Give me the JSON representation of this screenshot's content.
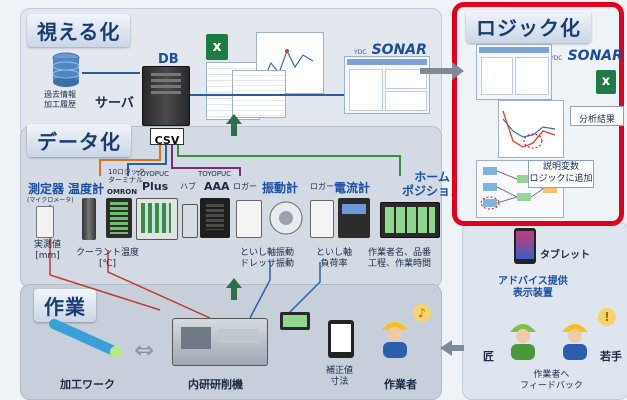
{
  "sections": {
    "visualize": "視える化",
    "data": "データ化",
    "work": "作業",
    "logic": "ロジック化"
  },
  "visualize": {
    "db_label": "DB",
    "server_label": "サーバ",
    "history_label_1": "過去情報",
    "history_label_2": "加工履歴",
    "csv_label": "CSV",
    "excel_letter": "x",
    "sonar_small": "YDC",
    "sonar_brand": "SONAR"
  },
  "data": {
    "sensor": {
      "title": "測定器",
      "sub": "(マイクロメータ)",
      "value_1": "実測値",
      "value_2": "[mm]"
    },
    "temp": {
      "title": "温度計",
      "value_1": "クーラント温度",
      "value_2": "[℃]"
    },
    "plc1": {
      "line1": "10ロジック",
      "line2": "ターミナル",
      "brand": "OMRON"
    },
    "plc2": {
      "brand_small": "TOYOPUC",
      "brand": "Plus"
    },
    "hub": "ハブ",
    "plc3": {
      "brand_small": "TOYOPUC",
      "brand": "AAA"
    },
    "logger1": "ロガー",
    "vibration": {
      "title": "振動計",
      "value_1": "といし軸振動",
      "value_2": "ドレッサ振動"
    },
    "logger2": "ロガー",
    "ammeter": {
      "title": "電流計",
      "value_1": "といし軸",
      "value_2": "負荷率"
    },
    "home": {
      "title_1": "ホーム",
      "title_2": "ポジション",
      "value_1": "作業者名、品番",
      "value_2": "工程、作業時間"
    }
  },
  "work": {
    "workpiece": "加工ワーク",
    "grinder": "内研研削機",
    "correction_1": "補正値",
    "correction_2": "寸法",
    "operator": "作業者"
  },
  "logic": {
    "analysis": "分析結果",
    "explain_1": "説明変数",
    "explain_2": "ロジックに追加",
    "tablet": "タブレット",
    "advice_1": "アドバイス提供",
    "advice_2": "表示装置",
    "master": "匠",
    "young": "若手",
    "feedback_1": "作業者へ",
    "feedback_2": "フィードバック",
    "sonar_small": "YDC",
    "sonar_brand": "SONAR",
    "excel_letter": "x"
  },
  "colors": {
    "red_frame": "#e4001b",
    "title_blue": "#1b3c72",
    "label_blue": "#1a4fa3",
    "arrow_green": "#2f6e4a",
    "panel_gray": "#c9d2dd"
  }
}
